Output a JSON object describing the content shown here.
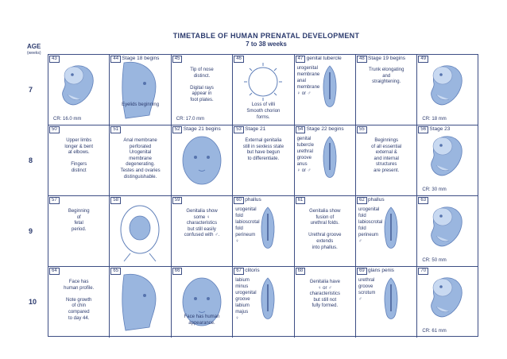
{
  "header": {
    "title": "TIMETABLE OF HUMAN PRENATAL DEVELOPMENT",
    "subtitle": "7 to 38 weeks",
    "age_label": "AGE",
    "weeks_label": "(weeks)"
  },
  "weeks": [
    "7",
    "8",
    "9",
    "10"
  ],
  "cells": [
    {
      "num": "43",
      "label": "",
      "text": "",
      "notes": [
        "CR: 16.0 mm"
      ]
    },
    {
      "num": "44",
      "label": "Stage 18 begins",
      "text": "",
      "notes": [
        "Eyelids beginning"
      ]
    },
    {
      "num": "45",
      "label": "",
      "text": "Tip of nose\ndistinct.\n\nDigital rays\nappear in\nfoot plates.",
      "notes": [
        "CR: 17.0 mm"
      ]
    },
    {
      "num": "46",
      "label": "",
      "text": "",
      "notes": [
        "Loss of villi",
        "Smooth chorion",
        "forms."
      ]
    },
    {
      "num": "47",
      "label": "genital tubercle",
      "text": "",
      "notes": [
        "urogenital",
        "membrane",
        "anal",
        "membrane",
        "♀ or ♂"
      ]
    },
    {
      "num": "48",
      "label": "Stage 19 begins",
      "text": "Trunk elongating\nand\nstraightening.",
      "notes": []
    },
    {
      "num": "49",
      "label": "",
      "text": "",
      "notes": [
        "CR: 18 mm"
      ]
    },
    {
      "num": "50",
      "label": "",
      "text": "Upper limbs\nlonger & bent\nat elbows.\n\nFingers\ndistinct",
      "notes": []
    },
    {
      "num": "51",
      "label": "",
      "text": "Anal membrane\nperforated\nUrogenital\nmembrane\ndegenerating.\nTestes and ovaries\ndistinguishable.",
      "notes": []
    },
    {
      "num": "52",
      "label": "Stage 21 begins",
      "text": "",
      "notes": []
    },
    {
      "num": "53",
      "label": "Stage 21",
      "text": "External genitalia\nstill in sexless state\nbut have begun\nto differentiate.",
      "notes": []
    },
    {
      "num": "54",
      "label": "Stage 22 begins",
      "text": "",
      "notes": [
        "genital",
        "tubercle",
        "urethral",
        "groove",
        "anus",
        "♀ or ♂"
      ]
    },
    {
      "num": "55",
      "label": "",
      "text": "Beginnings\nof all essential\nexternal &\nand internal\nstructures\nare present.",
      "notes": []
    },
    {
      "num": "56",
      "label": "Stage 23",
      "text": "",
      "notes": [
        "CR: 30 mm"
      ]
    },
    {
      "num": "57",
      "label": "",
      "text": "Beginning\nof\nfetal\nperiod.",
      "notes": []
    },
    {
      "num": "58",
      "label": "",
      "text": "",
      "notes": []
    },
    {
      "num": "59",
      "label": "",
      "text": "Genitalia show\nsome ♀\ncharacteristics\nbut still easily\nconfused with ♂.",
      "notes": []
    },
    {
      "num": "60",
      "label": "phallus",
      "text": "",
      "notes": [
        "urogenital",
        "fold",
        "labioscrotal",
        "fold",
        "perineum",
        "♀"
      ]
    },
    {
      "num": "61",
      "label": "",
      "text": "Genitalia show\nfusion of\nurethral folds.\n\nUrethral groove\nextends\ninto phallus.",
      "notes": []
    },
    {
      "num": "62",
      "label": "phallus",
      "text": "",
      "notes": [
        "urogenital",
        "fold",
        "labioscrotal",
        "fold",
        "perineum",
        "♂"
      ]
    },
    {
      "num": "63",
      "label": "",
      "text": "",
      "notes": [
        "CR: 50 mm"
      ]
    },
    {
      "num": "64",
      "label": "",
      "text": "Face has\nhuman profile.\n\nNote growth\nof chin\ncompared\nto day 44.",
      "notes": []
    },
    {
      "num": "65",
      "label": "",
      "text": "",
      "notes": []
    },
    {
      "num": "66",
      "label": "",
      "text": "",
      "notes": [
        "Face has human",
        "appearance."
      ]
    },
    {
      "num": "67",
      "label": "clitoris",
      "text": "",
      "notes": [
        "labium",
        "minus",
        "urogenital",
        "groove",
        "labium",
        "majus",
        "♀"
      ]
    },
    {
      "num": "68",
      "label": "",
      "text": "Genitalia have\n♀ or ♂\ncharacteristics\nbut still not\nfully formed.",
      "notes": []
    },
    {
      "num": "69",
      "label": "glans penis",
      "text": "",
      "notes": [
        "urethral",
        "groove",
        "scrotum",
        "♂"
      ]
    },
    {
      "num": "70",
      "label": "",
      "text": "",
      "notes": [
        "CR: 61 mm"
      ]
    }
  ]
}
